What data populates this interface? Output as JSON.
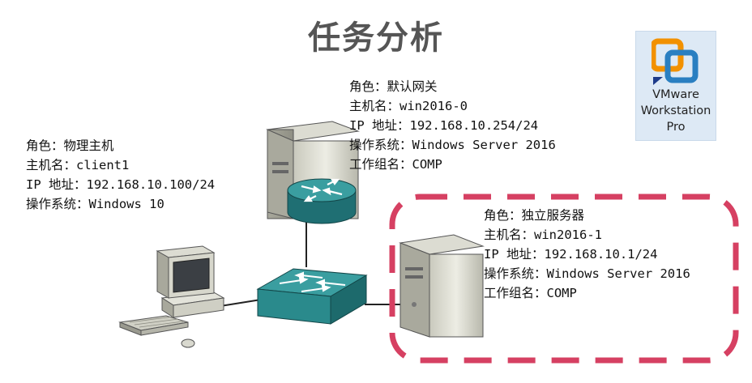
{
  "title": "任务分析",
  "gateway": {
    "role": "角色：默认网关",
    "hostname": "主机名：win2016-0",
    "ip": "IP 地址：192.168.10.254/24",
    "os": "操作系统：Windows Server 2016",
    "workgroup": "工作组名：COMP"
  },
  "client": {
    "role": "角色：物理主机",
    "hostname": "主机名：client1",
    "ip": "IP 地址：192.168.10.100/24",
    "os": "操作系统：Windows 10"
  },
  "server": {
    "role": "角色：独立服务器",
    "hostname": "主机名：win2016-1",
    "ip": "IP 地址：192.168.10.1/24",
    "os": "操作系统：Windows Server 2016",
    "workgroup": "工作组名：COMP"
  },
  "vmware": {
    "line1": "VMware",
    "line2": "Workstation",
    "line3": "Pro",
    "icon": "vmware-workstation-icon"
  },
  "colors": {
    "highlight_border": "#d64062",
    "device_teal": "#2a8a8c",
    "title": "#555555"
  }
}
